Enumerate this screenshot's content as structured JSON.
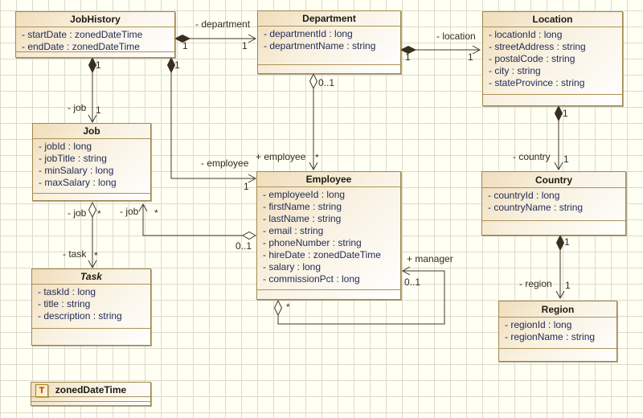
{
  "diagram": {
    "kind": "uml-class-diagram",
    "colors": {
      "canvas_background": "#fffff3",
      "grid_line": "#dbdbcd",
      "box_border": "#a0874c",
      "box_fill_gradient_start": "#f0ddba",
      "box_fill_gradient_end": "#ffffff",
      "title_text": "#1c1a0f",
      "attribute_text": "#1f2a55",
      "connector_line": "#42392a",
      "edge_label_text": "#2e2c24",
      "datatype_icon_letter_color": "#c42222"
    }
  },
  "classes": [
    {
      "name": "JobHistory",
      "attributes": [
        "- startDate : zonedDateTime",
        "- endDate : zonedDateTime"
      ]
    },
    {
      "name": "Department",
      "attributes": [
        "- departmentId : long",
        "- departmentName : string"
      ]
    },
    {
      "name": "Location",
      "attributes": [
        "- locationId : long",
        "- streetAddress : string",
        "- postalCode : string",
        "- city : string",
        "- stateProvince : string"
      ]
    },
    {
      "name": "Job",
      "attributes": [
        "- jobId : long",
        "- jobTitle : string",
        "- minSalary : long",
        "- maxSalary : long"
      ]
    },
    {
      "name": "Employee",
      "attributes": [
        "- employeeId : long",
        "- firstName : string",
        "- lastName : string",
        "- email : string",
        "- phoneNumber : string",
        "- hireDate : zonedDateTime",
        "- salary : long",
        "- commissionPct : long"
      ]
    },
    {
      "name": "Country",
      "attributes": [
        "- countryId : long",
        "- countryName : string"
      ]
    },
    {
      "name": "Task",
      "abstract": true,
      "attributes": [
        "- taskId : long",
        "- title : string",
        "- description : string"
      ]
    },
    {
      "name": "Region",
      "attributes": [
        "- regionId : long",
        "- regionName : string"
      ]
    },
    {
      "name": "zonedDateTime",
      "kind": "datatype",
      "icon_letter": "T",
      "attributes": []
    }
  ],
  "edges": {
    "jobhistory_department": {
      "role": "- department",
      "source_mult": "1",
      "target_mult": "1"
    },
    "department_location": {
      "role": "- location",
      "source_mult": "1",
      "target_mult": "1"
    },
    "location_country": {
      "role": "- country",
      "source_mult": "1",
      "target_mult": "1"
    },
    "country_region": {
      "role": "- region",
      "source_mult": "1",
      "target_mult": "1"
    },
    "jobhistory_job": {
      "role": "- job",
      "source_mult": "1",
      "target_mult": "1"
    },
    "jobhistory_employee": {
      "role": "- employee",
      "source_mult": "1",
      "target_mult": "1"
    },
    "department_employee": {
      "role": "+ employee",
      "source_mult": "0..1",
      "target_mult": "*"
    },
    "employee_job": {
      "role": "- job",
      "source_mult": "0..1",
      "target_mult": "*"
    },
    "job_task": {
      "role_source": "- job",
      "source_mult": "*",
      "role_target": "- task",
      "target_mult": "*"
    },
    "employee_manager": {
      "role": "+ manager",
      "source_mult": "*",
      "target_mult": "0..1"
    }
  }
}
